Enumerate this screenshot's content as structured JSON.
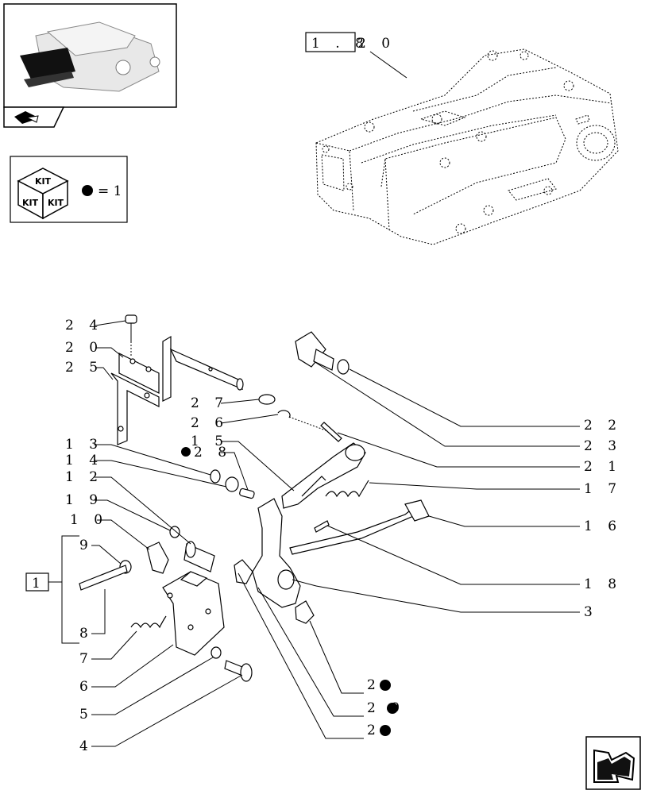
{
  "reference": {
    "box_text": "1 . 8",
    "suffix_text": "2 0"
  },
  "kit_legend": {
    "cube_top": "KIT",
    "cube_left": "KIT",
    "cube_right": "KIT",
    "equals_text": "= 1"
  },
  "group_box_label": "1",
  "callouts": {
    "c24": "2 4",
    "c20": "2 0",
    "c25": "2 5",
    "c27": "2 7",
    "c26": "2 6",
    "c13": "1 3",
    "c15": "1 5",
    "c28": "2 8",
    "c14": "1 4",
    "c12": "1 2",
    "c19": "1 9",
    "c10": "1 0",
    "c9": "9",
    "c8": "8",
    "c7": "7",
    "c6": "6",
    "c5": "5",
    "c4": "4",
    "c22": "2 2",
    "c23": "2 3",
    "c21": "2 1",
    "c17": "1 7",
    "c16": "1 6",
    "c18": "1 8",
    "c3": "3",
    "c2a": "2",
    "c29": "2 9",
    "c2b": "2"
  },
  "kit_marker_color": "#000000",
  "icons": {
    "thumbnail": "lift-cover-thumbnail-icon",
    "next": "next-page-arrow-icon",
    "prev": "back-arrow-icon"
  }
}
